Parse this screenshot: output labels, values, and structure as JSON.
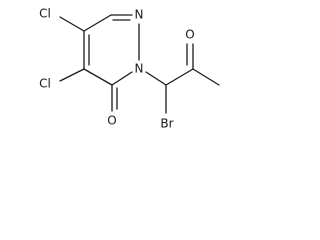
{
  "molecule": {
    "atoms": {
      "cl_upper": "Cl",
      "cl_lower": "Cl",
      "n_ring_top": "N",
      "n_ring_sub": "N",
      "o_ketone": "O",
      "o_carbonyl": "O",
      "br": "Br"
    }
  }
}
